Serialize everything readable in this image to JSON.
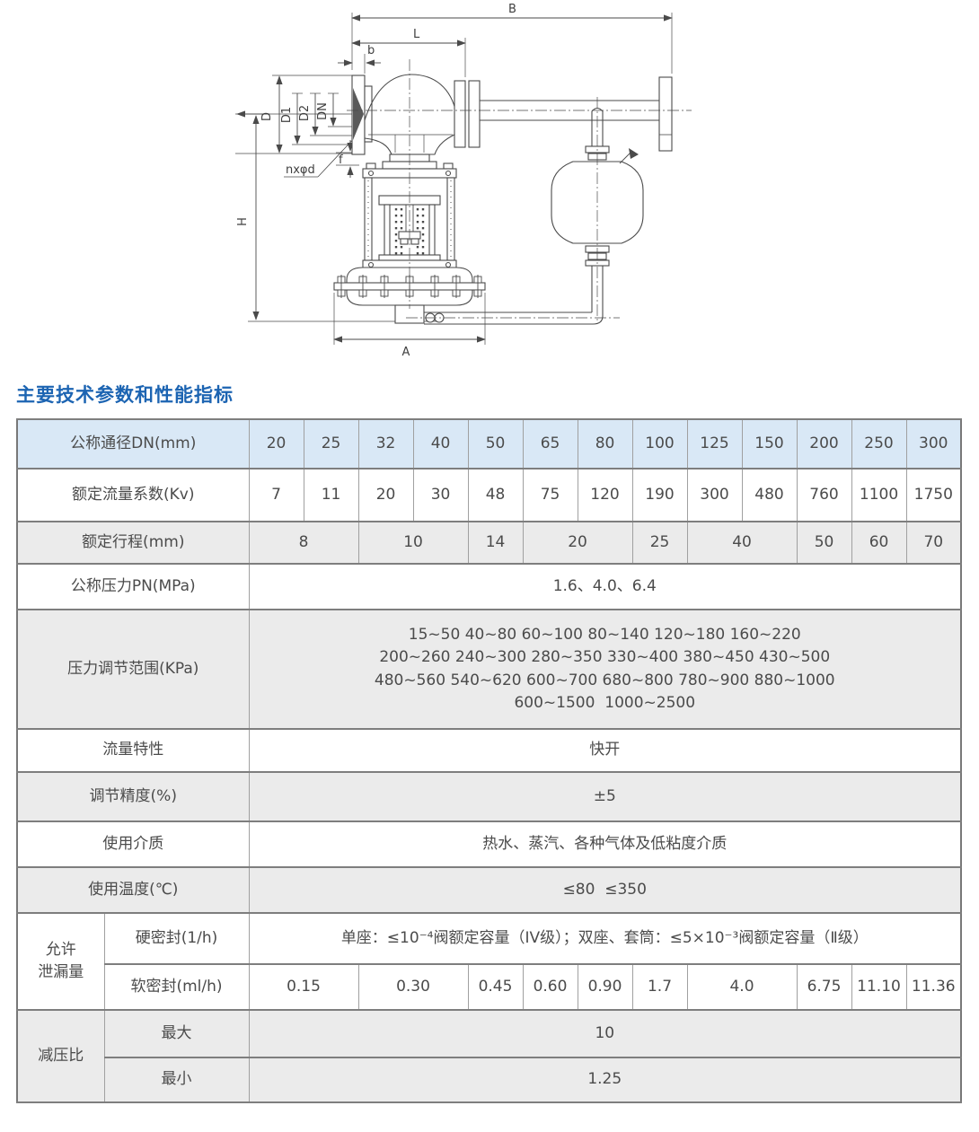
{
  "heading": {
    "text": "主要技术参数和性能指标"
  },
  "colors": {
    "heading_blue": "#1c64b2",
    "header_row_bg": "#d9e8f6",
    "gray_row_bg": "#ebebeb",
    "table_border": "#7e7e7e",
    "text": "#4b4b4b",
    "drawing_line": "#4a4a4a"
  },
  "diagram": {
    "description": "outline drawing of self-operated pressure regulating valve with condensate vessel",
    "dim_labels": {
      "B": "B",
      "L": "L",
      "b": "b",
      "D": "D",
      "D1": "D1",
      "D2": "D2",
      "DN": "DN",
      "nxfd": "nxφd",
      "f": "f",
      "H": "H",
      "A": "A"
    }
  },
  "table": {
    "columns": [
      "20",
      "25",
      "32",
      "40",
      "50",
      "65",
      "80",
      "100",
      "125",
      "150",
      "200",
      "250",
      "300"
    ],
    "rows": [
      {
        "bg": "blue",
        "h": 55,
        "cells": [
          {
            "t": "公称通径DN(mm)",
            "cs": 2,
            "name": "row-label-nominal-diameter"
          },
          {
            "t": "20"
          },
          {
            "t": "25"
          },
          {
            "t": "32"
          },
          {
            "t": "40"
          },
          {
            "t": "50"
          },
          {
            "t": "65"
          },
          {
            "t": "80"
          },
          {
            "t": "100"
          },
          {
            "t": "125"
          },
          {
            "t": "150"
          },
          {
            "t": "200"
          },
          {
            "t": "250"
          },
          {
            "t": "300"
          }
        ]
      },
      {
        "bg": "white",
        "h": 59,
        "cells": [
          {
            "t": "额定流量系数(Kv)",
            "cs": 2,
            "name": "row-label-flow-coefficient"
          },
          {
            "t": "7"
          },
          {
            "t": "11"
          },
          {
            "t": "20"
          },
          {
            "t": "30"
          },
          {
            "t": "48"
          },
          {
            "t": "75"
          },
          {
            "t": "120"
          },
          {
            "t": "190"
          },
          {
            "t": "300"
          },
          {
            "t": "480"
          },
          {
            "t": "760"
          },
          {
            "t": "1100"
          },
          {
            "t": "1750"
          }
        ]
      },
      {
        "bg": "gray",
        "h": 47,
        "cells": [
          {
            "t": "额定行程(mm)",
            "cs": 2,
            "name": "row-label-rated-travel"
          },
          {
            "t": "8",
            "cs": 2
          },
          {
            "t": "10",
            "cs": 2
          },
          {
            "t": "14"
          },
          {
            "t": "20",
            "cs": 2
          },
          {
            "t": "25"
          },
          {
            "t": "40",
            "cs": 2
          },
          {
            "t": "50"
          },
          {
            "t": "60"
          },
          {
            "t": "70"
          }
        ]
      },
      {
        "bg": "white",
        "h": 51,
        "cells": [
          {
            "t": "公称压力PN(MPa)",
            "cs": 2,
            "name": "row-label-nominal-pressure"
          },
          {
            "t": "1.6、4.0、6.4",
            "cs": 13
          }
        ]
      },
      {
        "bg": "gray",
        "h": 133,
        "cells": [
          {
            "t": "压力调节范围(KPa)",
            "cs": 2,
            "name": "row-label-pressure-adjust-range"
          },
          {
            "lines": [
              "15~50 40~80 60~100 80~140 120~180 160~220",
              "200~260 240~300 280~350 330~400 380~450 430~500",
              "480~560 540~620 600~700 680~800 780~900 880~1000",
              "600~1500  1000~2500"
            ],
            "cs": 13
          }
        ]
      },
      {
        "bg": "white",
        "h": 48,
        "cells": [
          {
            "t": "流量特性",
            "cs": 2,
            "name": "row-label-flow-characteristic"
          },
          {
            "t": "快开",
            "cs": 13
          }
        ]
      },
      {
        "bg": "gray",
        "h": 55,
        "cells": [
          {
            "t": "调节精度(%)",
            "cs": 2,
            "name": "row-label-adjust-accuracy"
          },
          {
            "t": "±5",
            "cs": 13
          }
        ]
      },
      {
        "bg": "white",
        "h": 51,
        "cells": [
          {
            "t": "使用介质",
            "cs": 2,
            "name": "row-label-medium"
          },
          {
            "t": "热水、蒸汽、各种气体及低粘度介质",
            "cs": 13
          }
        ]
      },
      {
        "bg": "gray",
        "h": 51,
        "cells": [
          {
            "t": "使用温度(℃)",
            "cs": 2,
            "name": "row-label-service-temperature"
          },
          {
            "t": "≤80  ≤350",
            "cs": 13
          }
        ]
      },
      {
        "bg": "white",
        "h": 57,
        "cells": [
          {
            "lines": [
              "允许",
              "泄漏量"
            ],
            "rs": 2,
            "name": "row-label-allowable-leakage"
          },
          {
            "t": "硬密封(1/h)",
            "name": "row-label-hard-seal"
          },
          {
            "t": "单座：≤10⁻⁴阀额定容量（IV级）；双座、套筒：≤5×10⁻³阀额定容量（Ⅱ级）",
            "cs": 13
          }
        ]
      },
      {
        "bg": "white",
        "h": 51,
        "cells": [
          {
            "t": "软密封(ml/h)",
            "name": "row-label-soft-seal"
          },
          {
            "t": "0.15",
            "cs": 2
          },
          {
            "t": "0.30",
            "cs": 2
          },
          {
            "t": "0.45"
          },
          {
            "t": "0.60"
          },
          {
            "t": "0.90"
          },
          {
            "t": "1.7"
          },
          {
            "t": "4.0",
            "cs": 2
          },
          {
            "t": "6.75"
          },
          {
            "t": "11.10"
          },
          {
            "t": "11.36"
          }
        ]
      },
      {
        "bg": "gray",
        "h": 53,
        "cells": [
          {
            "t": "减压比",
            "rs": 2,
            "name": "row-label-pressure-reduction-ratio"
          },
          {
            "t": "最大",
            "name": "row-label-max"
          },
          {
            "t": "10",
            "cs": 13
          }
        ]
      },
      {
        "bg": "gray",
        "h": 50,
        "cells": [
          {
            "t": "最小",
            "name": "row-label-min"
          },
          {
            "t": "1.25",
            "cs": 13
          }
        ]
      }
    ]
  }
}
